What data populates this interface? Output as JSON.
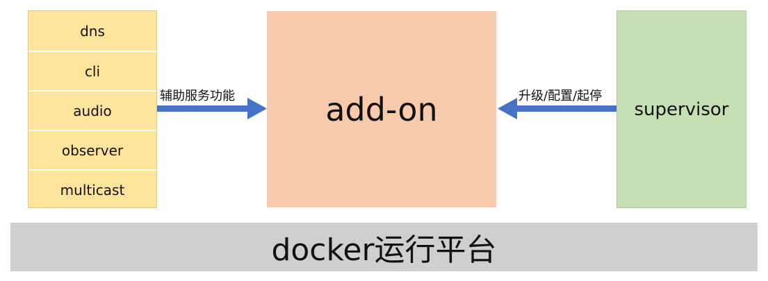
{
  "left_stack": {
    "items": [
      "dns",
      "cli",
      "audio",
      "observer",
      "multicast"
    ]
  },
  "center_box": {
    "label": "add-on"
  },
  "right_box": {
    "label": "supervisor"
  },
  "bottom_bar": {
    "label": "docker运行平台"
  },
  "connections": {
    "left_arrow_label": "辅助服务功能",
    "right_arrow_label": "升级/配置/起停"
  },
  "colors": {
    "stack_fill": "#fde49a",
    "addon_fill": "#f7caac",
    "supervisor_fill": "#c5e0b3",
    "platform_fill": "#d0cece",
    "arrow": "#4472c4"
  }
}
